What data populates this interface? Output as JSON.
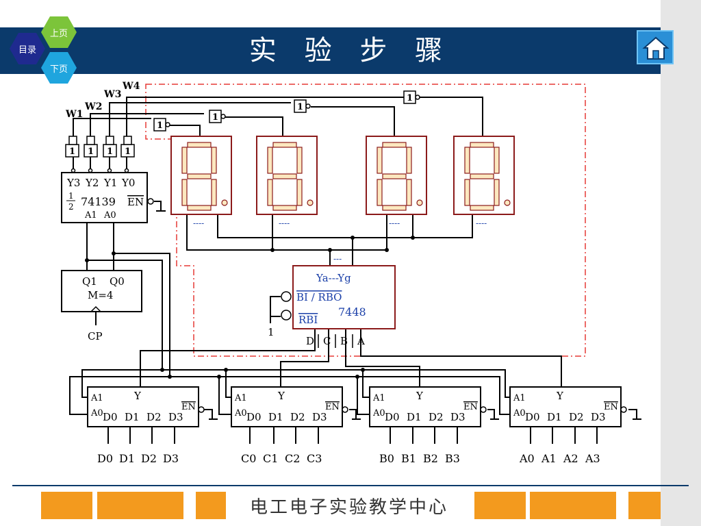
{
  "nav": {
    "toc_label": "目录",
    "prev_label": "上页",
    "next_label": "下页"
  },
  "title": "实 验 步 骤",
  "footer": {
    "org": "电工电子实验教学中心"
  },
  "colors": {
    "title_bar": "#0b3a6b",
    "accent": "#f39a1e",
    "box_outline": "#8b1a1a",
    "segment_fill": "#fce8c0",
    "dashed_border": "#e53935",
    "blue_label": "#1a3fa8"
  },
  "circuit": {
    "w_labels": [
      "W1",
      "W2",
      "W3",
      "W4"
    ],
    "not_gate_label": "1",
    "decoder_top": {
      "outputs": [
        "Y3",
        "Y2",
        "Y1",
        "Y0"
      ],
      "name_fraction_num": "1",
      "name_fraction_den": "2",
      "name": "74139",
      "enable": "EN",
      "inputs": [
        "A1",
        "A0"
      ]
    },
    "counter": {
      "outputs": [
        "Q1",
        "Q0"
      ],
      "modulus": "M=4",
      "clock": "CP"
    },
    "decoder_7448": {
      "outputs": "Ya---Yg",
      "bi_rbo": "BI / RBO",
      "rbi": "RBI",
      "name": "7448",
      "tie_value": "1",
      "inputs": [
        "D",
        "C",
        "B",
        "A"
      ],
      "bus_dash": "---"
    },
    "display_dash": "----",
    "mux_common": {
      "select": [
        "A1",
        "A0"
      ],
      "output": "Y",
      "enable": "EN",
      "data": [
        "D0",
        "D1",
        "D2",
        "D3"
      ]
    },
    "mux_inputs": [
      [
        "D0",
        "D1",
        "D2",
        "D3"
      ],
      [
        "C0",
        "C1",
        "C2",
        "C3"
      ],
      [
        "B0",
        "B1",
        "B2",
        "B3"
      ],
      [
        "A0",
        "A1",
        "A2",
        "A3"
      ]
    ]
  }
}
